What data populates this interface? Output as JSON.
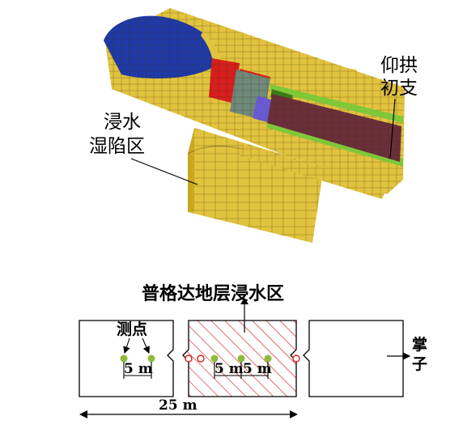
{
  "model_labels": {
    "invert_support_line1": "仰拱",
    "invert_support_line2": "初支",
    "wet_zone_line1": "浸水",
    "wet_zone_line2": "湿陷区"
  },
  "plan": {
    "title": "普格达地层浸水区",
    "measure_points": "测点",
    "face_line1": "掌",
    "face_line2": "子",
    "spacing_left": "5 m",
    "spacing_mid_1": "5 m",
    "spacing_mid_2": "5 m",
    "total_length": "25 m"
  },
  "colors": {
    "arch_blue": "#1f3aa6",
    "lining_yellow": "#e2c33e",
    "red_section": "#d81e1e",
    "grey_block": "#6f8a7a",
    "purple_block": "#6a5ad0",
    "green_strip": "#7ec83a",
    "invert_brown": "#6b2f3a",
    "hatch_red": "#d62020",
    "point_green": "#8dbb3a"
  }
}
